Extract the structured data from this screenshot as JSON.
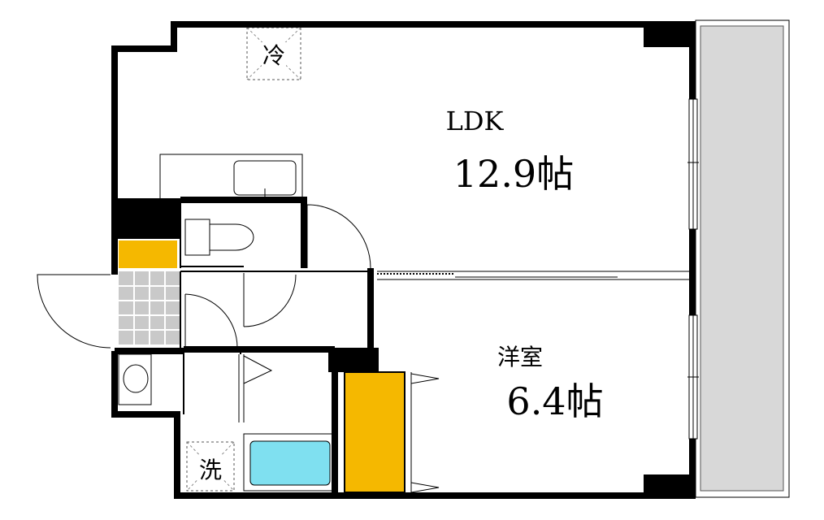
{
  "rooms": {
    "ldk": {
      "name": "LDK",
      "size": "12.9帖"
    },
    "western": {
      "name": "洋室",
      "size": "6.4帖"
    }
  },
  "symbols": {
    "fridge": "冷",
    "washer": "洗"
  },
  "colors": {
    "wall": "#000000",
    "balcony": "#d8d8d8",
    "storage": "#f5b800",
    "bathtub": "#7fe0f0",
    "tile": "#c9c9c9"
  }
}
